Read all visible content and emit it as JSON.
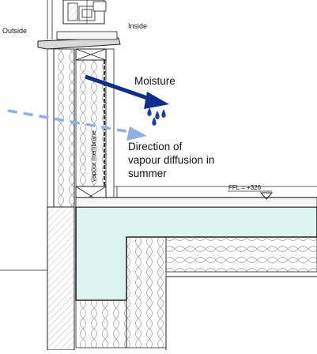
{
  "labels": {
    "outside": "Outside",
    "inside": "Inside",
    "moisture": "Moisture",
    "direction_line1": "Direction of",
    "direction_line2": "vapour diffusion in",
    "direction_line3": "summer",
    "vapour_membrane": "vapour membrane",
    "ffl": "FFL = +326"
  },
  "colors": {
    "moisture_arrow": "#0d2e8c",
    "diffusion_arrow": "#8fb0e6",
    "droplets": "#1b3fa8",
    "screed": "#ddf3ee",
    "line": "#1a1a1a"
  }
}
